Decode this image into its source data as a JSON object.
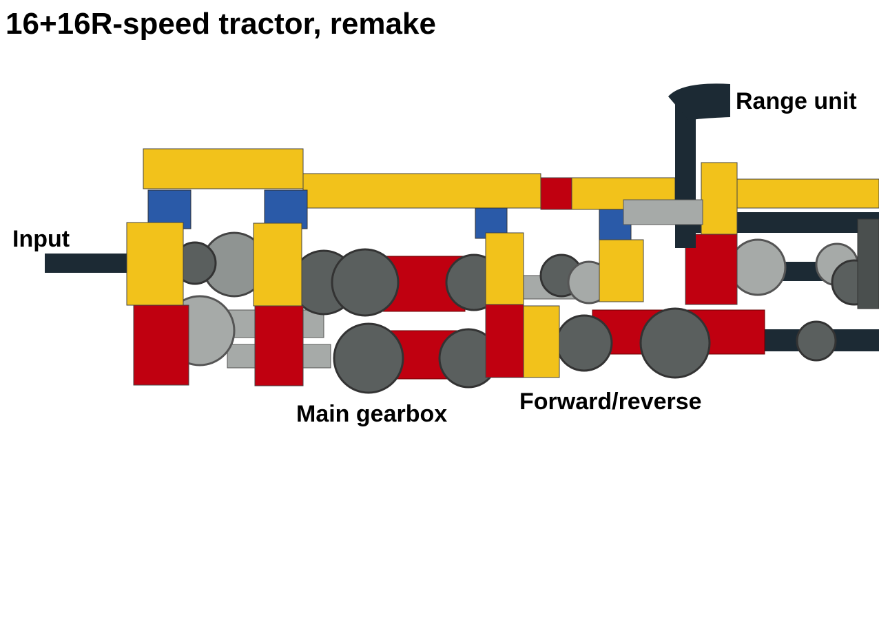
{
  "title": "16+16R-speed tractor, remake",
  "labels": {
    "input": "Input",
    "range_unit": "Range unit",
    "main_gearbox": "Main gearbox",
    "forward_reverse": "Forward/reverse"
  },
  "colors": {
    "yellow": "#f2c21b",
    "blue": "#2a5aa8",
    "red": "#c00010",
    "dark_gray": "#5a5f5e",
    "light_gray": "#a6aaa8",
    "black_axle": "#1c2a34"
  }
}
